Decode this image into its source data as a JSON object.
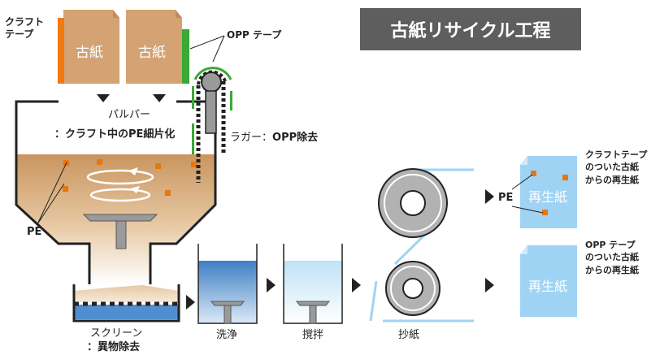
{
  "title": "古紙リサイクル工程",
  "colors": {
    "kraft_paper": "#d4a273",
    "kraft_tape": "#f07a10",
    "opp_tape": "#3aa935",
    "pe_flake": "#e8760f",
    "recycled_paper": "#9fd3f4",
    "water": "#4f8fcf",
    "machine_gray": "#9a9a9a",
    "title_bg": "#5e5e5e"
  },
  "labels": {
    "kraft_tape": [
      "クラフト",
      "テープ"
    ],
    "old_paper_1": "古紙",
    "old_paper_2": "古紙",
    "opp_tape": "OPP テープ",
    "pulper": "パルパー",
    "pulper_note": "：クラフト中のPE細片化",
    "ragger_prefix": "ラガー：",
    "ragger_note": "OPP除去",
    "pe_left": "PE",
    "pe_right": "PE",
    "screen": "スクリーン",
    "screen_note": "：異物除去",
    "wash": "洗浄",
    "agitate": "撹拌",
    "papermaking": "抄紙",
    "recycled_1": "再生紙",
    "recycled_2": "再生紙",
    "out1_caption": [
      "クラフトテープ",
      "のついた古紙",
      "からの再生紙"
    ],
    "out2_caption": [
      "OPP テープ",
      "のついた古紙",
      "からの再生紙"
    ]
  }
}
